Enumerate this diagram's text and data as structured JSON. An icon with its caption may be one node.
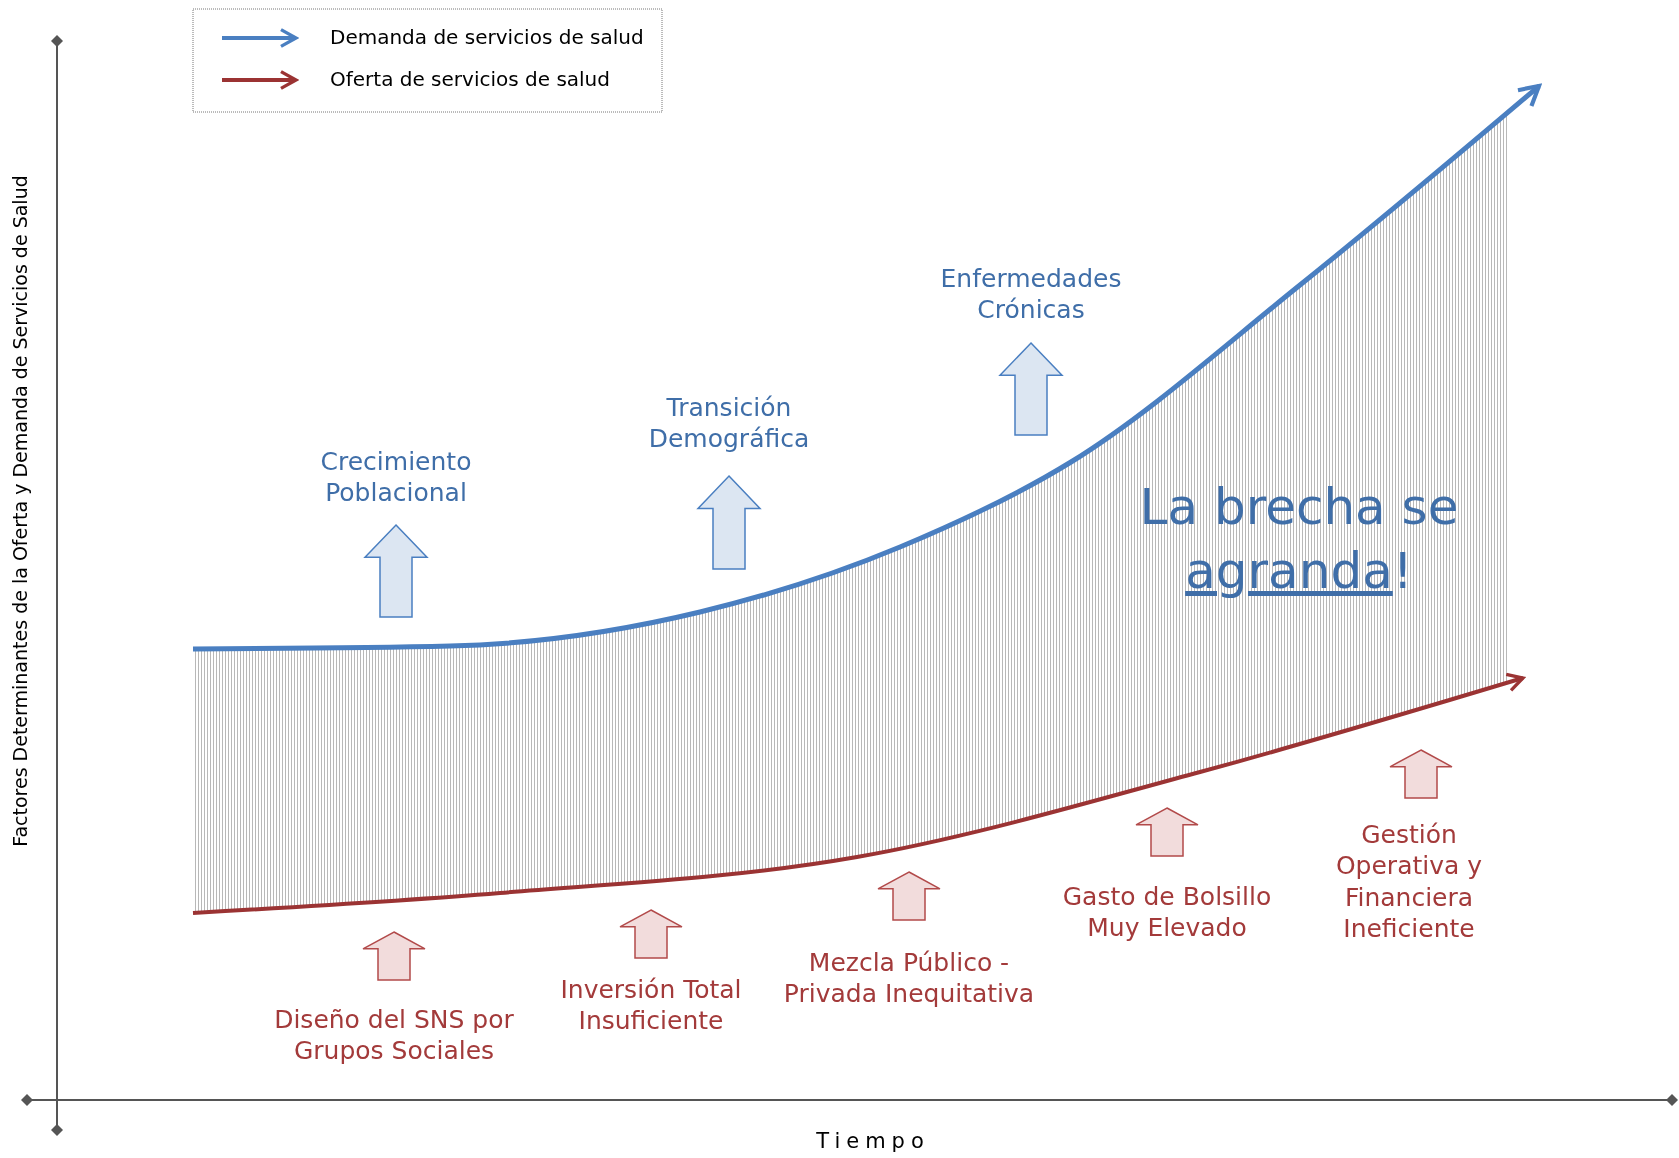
{
  "diagram": {
    "labels": [
      "Factores Determinantes de la Oferta y Demanda de Servicios de Salud",
      "Tiempo",
      "Crecimiento Poblacional",
      "Transición Demográfica",
      "Enfermedades Crónicas",
      "La brecha se agranda!",
      "Diseño del SNS por Grupos Sociales",
      "Inversión Total Insuficiente",
      "Mezcla Público - Privada Inequitativa",
      "Gasto de Bolsillo Muy Elevado",
      "Gestión Operativa y Financiera Ineficiente"
    ],
    "legend": [
      {
        "text": "Demanda de servicios de salud"
      },
      {
        "text": "Oferta de servicios de salud"
      }
    ]
  }
}
